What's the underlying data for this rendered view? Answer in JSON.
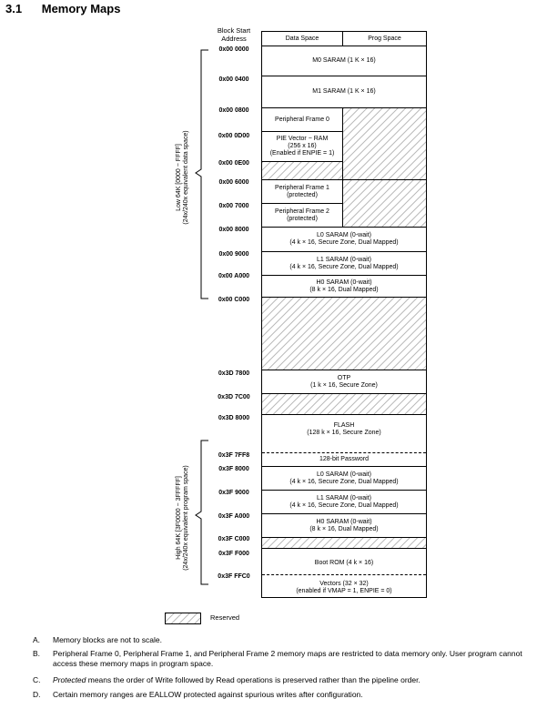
{
  "title": "3.1      Memory Maps",
  "headers": {
    "block_start_address": [
      "Block Start",
      "Address"
    ],
    "data_space": "Data Space",
    "prog_space": "Prog Space"
  },
  "addresses": [
    "0x00 0000",
    "0x00 0400",
    "0x00 0800",
    "0x00 0D00",
    "0x00 0E00",
    "0x00 6000",
    "0x00 7000",
    "0x00 8000",
    "0x00 9000",
    "0x00 A000",
    "0x00 C000",
    "0x3D 7800",
    "0x3D 7C00",
    "0x3D 8000",
    "0x3F 7FF8",
    "0x3F 8000",
    "0x3F 9000",
    "0x3F A000",
    "0x3F C000",
    "0x3F F000",
    "0x3F FFC0"
  ],
  "blocks": {
    "m0": [
      "M0 SARAM (1 K × 16)"
    ],
    "m1": [
      "M1 SARAM (1 K × 16)"
    ],
    "pf0": [
      "Peripheral Frame 0"
    ],
    "pie": [
      "PIE Vector − RAM",
      "(256 x 16)",
      "(Enabled if ENPIE = 1)"
    ],
    "pf1": [
      "Peripheral Frame 1",
      "(protected)"
    ],
    "pf2": [
      "Peripheral Frame 2",
      "(protected)"
    ],
    "l0": [
      "L0 SARAM (0-wait)",
      "(4 k × 16, Secure Zone, Dual Mapped)"
    ],
    "l1": [
      "L1 SARAM (0-wait)",
      "(4 k × 16, Secure Zone, Dual Mapped)"
    ],
    "h0": [
      "H0 SARAM (0-wait)",
      "(8 k × 16, Dual Mapped)"
    ],
    "otp": [
      "OTP",
      "(1 k × 16, Secure Zone)"
    ],
    "flash": [
      "FLASH",
      "(128 k × 16, Secure Zone)"
    ],
    "password": [
      "128-bit Password"
    ],
    "l0_high": [
      "L0 SARAM (0-wait)",
      "(4 k × 16, Secure Zone, Dual Mapped)"
    ],
    "l1_high": [
      "L1 SARAM (0-wait)",
      "(4 k × 16, Secure Zone, Dual Mapped)"
    ],
    "h0_high": [
      "H0 SARAM (0-wait)",
      "(8 k × 16, Dual Mapped)"
    ],
    "boot_rom": [
      "Boot ROM (4 k × 16)"
    ],
    "vectors": [
      "Vectors (32 × 32)",
      "(enabled if VMAP = 1, ENPIE = 0)"
    ]
  },
  "side_labels": {
    "low": [
      "Low 64K [0000 − FFFF]",
      "(24x/240x equivalent data space)"
    ],
    "high": [
      "High 64K [3F0000 − 3FFFFF]",
      "(24x/240x equivalent program space)"
    ]
  },
  "legend": {
    "reserved": "Reserved"
  },
  "notes": [
    {
      "label": "A.",
      "text": "Memory blocks are not to scale."
    },
    {
      "label": "B.",
      "text": "Peripheral Frame 0, Peripheral Frame 1, and Peripheral Frame 2 memory maps are restricted to data memory only. User program cannot access these memory maps in program space."
    },
    {
      "label": "C.",
      "italic": "Protected",
      "text": " means the order of Write followed by Read operations is preserved rather than the pipeline order."
    },
    {
      "label": "D.",
      "text": "Certain memory ranges are EALLOW protected against spurious writes after configuration."
    }
  ],
  "colors": {
    "hatch": "#bdbdbd",
    "lines": "#000000"
  }
}
